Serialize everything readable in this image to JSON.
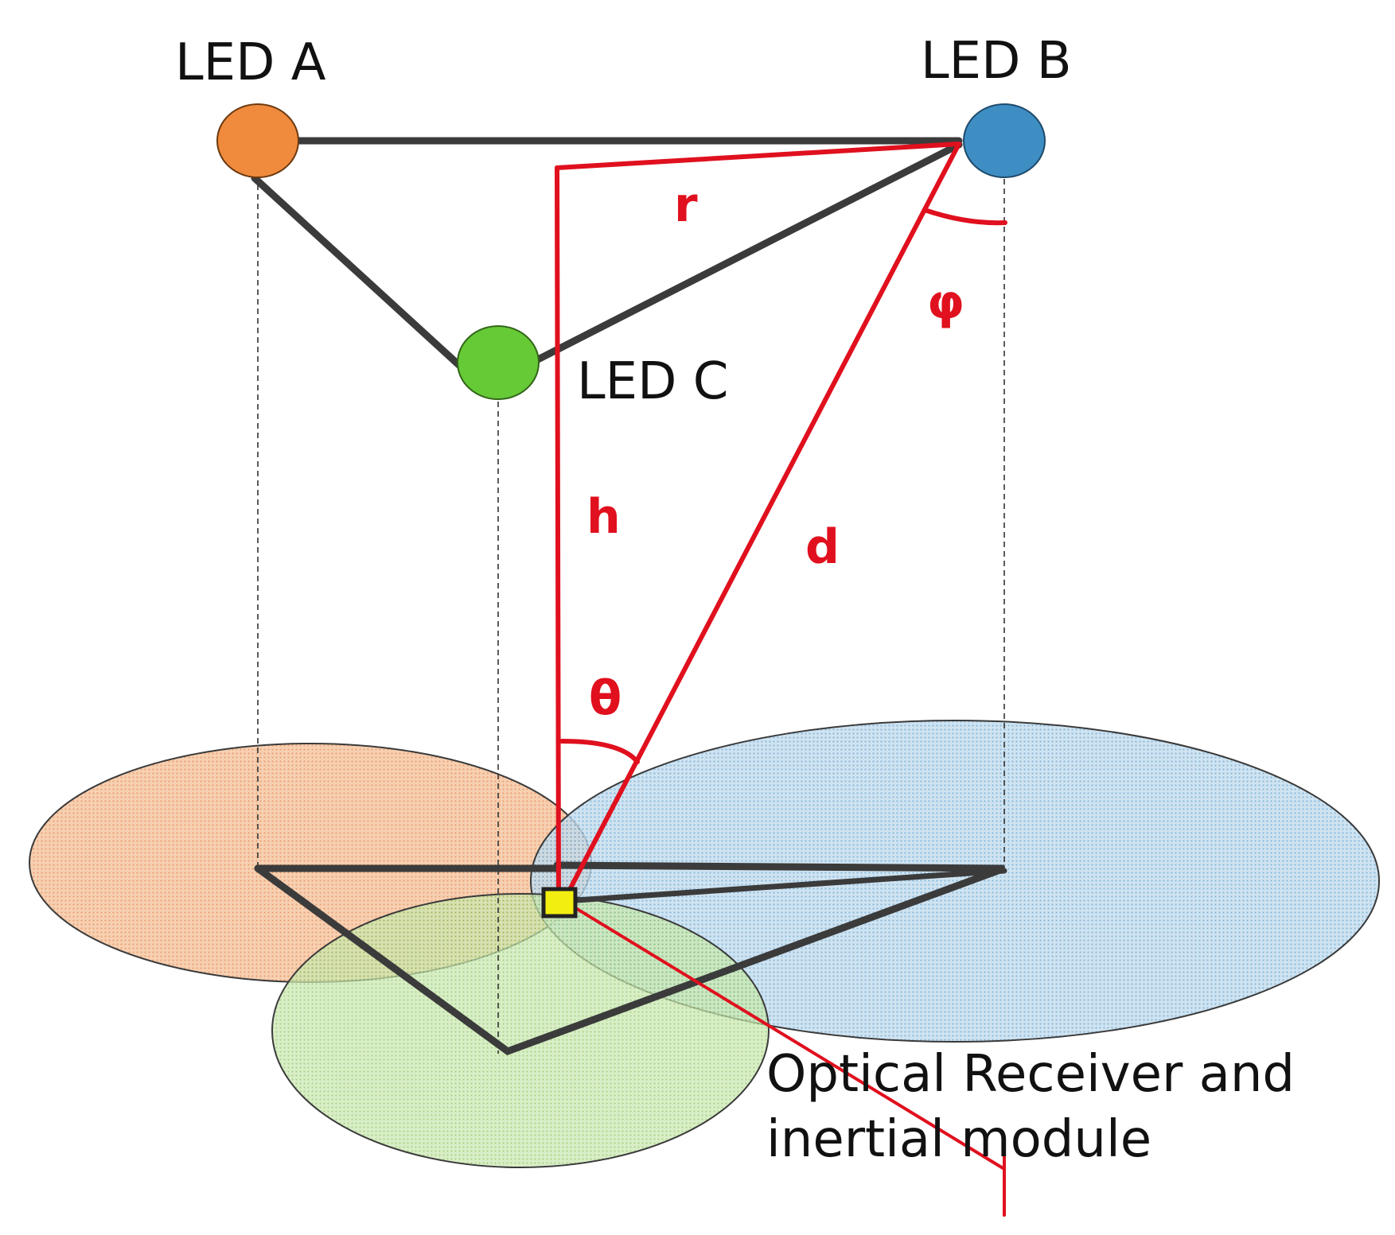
{
  "labels": {
    "led_a": "LED A",
    "led_b": "LED B",
    "led_c": "LED C",
    "r": "r",
    "h": "h",
    "d": "d",
    "theta": "θ",
    "phi": "φ",
    "receiver_line1": "Optical Receiver and",
    "receiver_line2": "inertial module"
  },
  "colors": {
    "led_a": "#f08a3c",
    "led_b": "#3e8ec4",
    "led_c": "#66c936",
    "footprint_a": "#f3b98e",
    "footprint_b": "#a9cbe3",
    "footprint_c": "#b6dd95",
    "geometry": "#e0101e",
    "structure": "#3b3b3b",
    "receiver": "#f2ef10"
  }
}
